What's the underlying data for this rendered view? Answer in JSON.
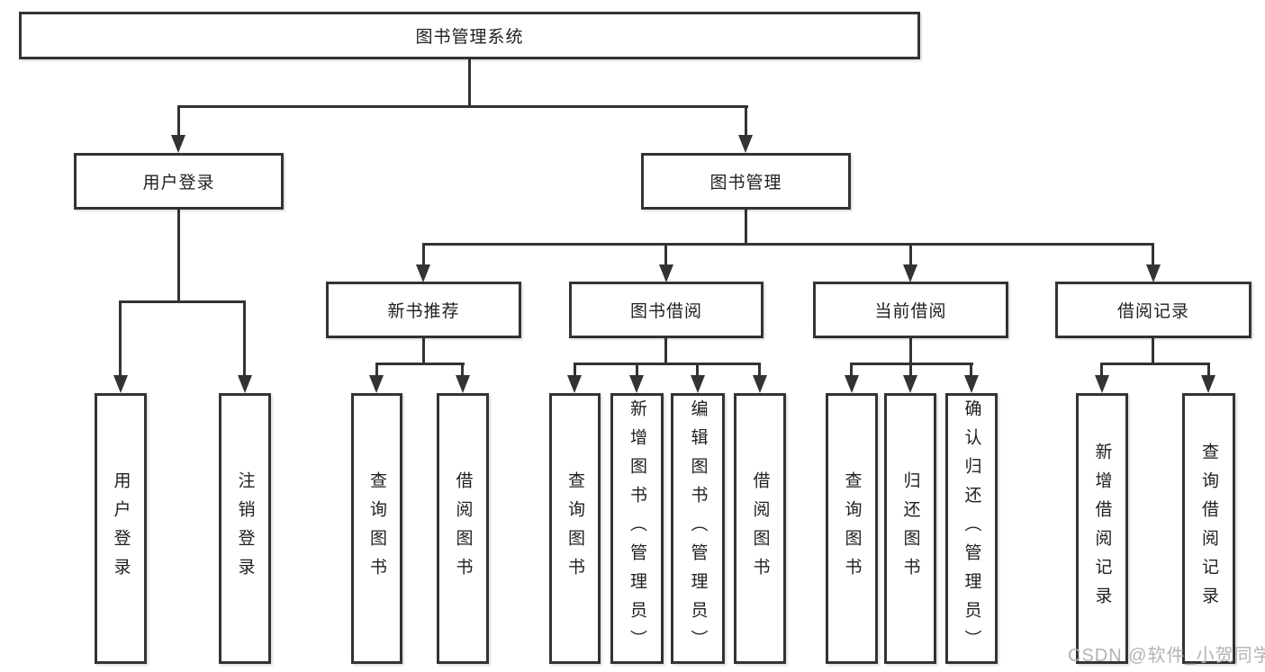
{
  "tree": {
    "root": "图书管理系统",
    "children": [
      {
        "label": "用户登录",
        "children": [
          "用户登录",
          "注销登录"
        ]
      },
      {
        "label": "图书管理",
        "children": [
          {
            "label": "新书推荐",
            "children": [
              "查询图书",
              "借阅图书"
            ]
          },
          {
            "label": "图书借阅",
            "children": [
              "查询图书",
              "新增图书（管理员）",
              "编辑图书（管理员）",
              "借阅图书"
            ]
          },
          {
            "label": "当前借阅",
            "children": [
              "查询图书",
              "归还图书",
              "确认归还（管理员）"
            ]
          },
          {
            "label": "借阅记录",
            "children": [
              "新增借阅记录",
              "查询借阅记录"
            ]
          }
        ]
      }
    ]
  },
  "watermark": "CSDN @软件_小贺同学",
  "colors": {
    "line": "#333333",
    "box_fill": "#ffffff",
    "text": "#1f1f1f",
    "watermark": "#b3b3b3"
  }
}
